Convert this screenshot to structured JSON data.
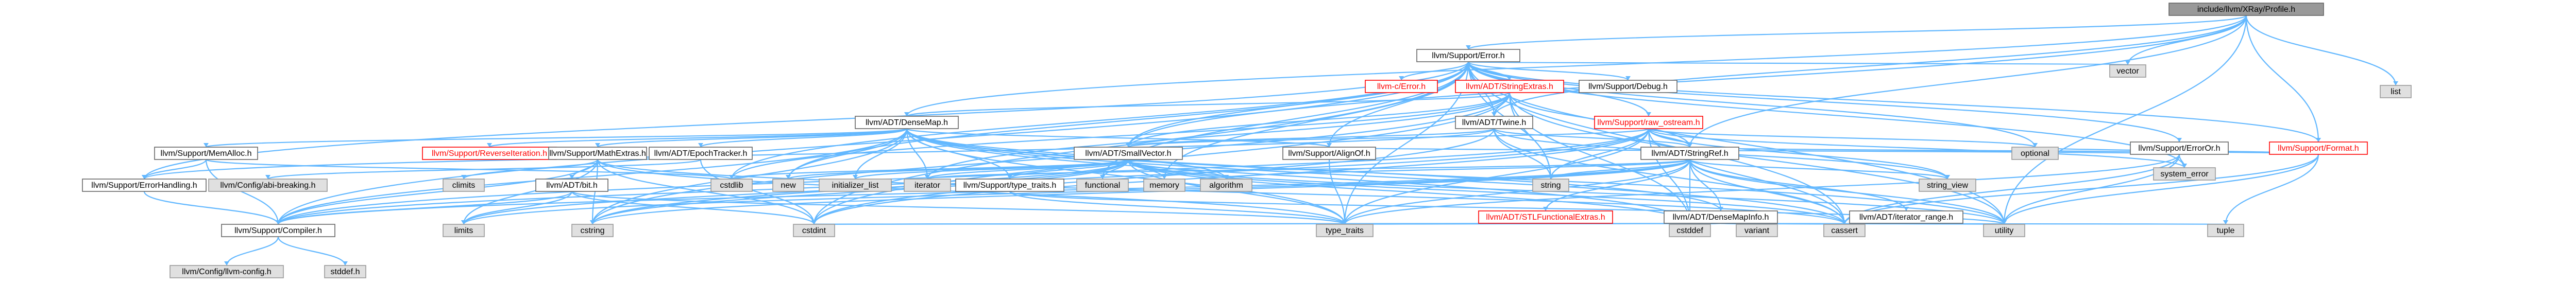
{
  "diagram": {
    "type": "include-dependency-graph",
    "colors": {
      "root_fill": "#999999",
      "root_border": "#666666",
      "node_fill": "#ffffff",
      "node_border": "#666666",
      "system_fill": "#e0e0e0",
      "system_border": "#999999",
      "truncated_border": "#ff0000",
      "truncated_text": "#ff0000",
      "edge": "#63b8ff",
      "text": "#000000"
    },
    "nodes": [
      {
        "id": "root",
        "label": "include/llvm/XRay/Profile.h",
        "kind": "root"
      },
      {
        "id": "error",
        "label": "llvm/Support/Error.h",
        "kind": "node"
      },
      {
        "id": "vector",
        "label": "vector",
        "kind": "system"
      },
      {
        "id": "list",
        "label": "list",
        "kind": "system"
      },
      {
        "id": "cerror",
        "label": "llvm-c/Error.h",
        "kind": "truncated"
      },
      {
        "id": "stringextras",
        "label": "llvm/ADT/StringExtras.h",
        "kind": "truncated"
      },
      {
        "id": "debug",
        "label": "llvm/Support/Debug.h",
        "kind": "node"
      },
      {
        "id": "erroror",
        "label": "llvm/Support/ErrorOr.h",
        "kind": "node"
      },
      {
        "id": "format",
        "label": "llvm/Support/Format.h",
        "kind": "truncated"
      },
      {
        "id": "densemap",
        "label": "llvm/ADT/DenseMap.h",
        "kind": "node"
      },
      {
        "id": "twine",
        "label": "llvm/ADT/Twine.h",
        "kind": "node"
      },
      {
        "id": "rawostream",
        "label": "llvm/Support/raw_ostream.h",
        "kind": "truncated"
      },
      {
        "id": "memalloc",
        "label": "llvm/Support/MemAlloc.h",
        "kind": "node"
      },
      {
        "id": "reverseiter",
        "label": "llvm/Support/ReverseIteration.h",
        "kind": "truncated"
      },
      {
        "id": "mathextras",
        "label": "llvm/Support/MathExtras.h",
        "kind": "node"
      },
      {
        "id": "epochtracker",
        "label": "llvm/ADT/EpochTracker.h",
        "kind": "node"
      },
      {
        "id": "smallvector",
        "label": "llvm/ADT/SmallVector.h",
        "kind": "node"
      },
      {
        "id": "alignof",
        "label": "llvm/Support/AlignOf.h",
        "kind": "node"
      },
      {
        "id": "stringref",
        "label": "llvm/ADT/StringRef.h",
        "kind": "node"
      },
      {
        "id": "optional",
        "label": "optional",
        "kind": "system"
      },
      {
        "id": "systemerror",
        "label": "system_error",
        "kind": "system"
      },
      {
        "id": "errorhandling",
        "label": "llvm/Support/ErrorHandling.h",
        "kind": "node"
      },
      {
        "id": "configabi",
        "label": "llvm/Config/abi-breaking.h",
        "kind": "system"
      },
      {
        "id": "climits",
        "label": "climits",
        "kind": "system"
      },
      {
        "id": "bit",
        "label": "llvm/ADT/bit.h",
        "kind": "node"
      },
      {
        "id": "cstdlib",
        "label": "cstdlib",
        "kind": "system"
      },
      {
        "id": "new",
        "label": "new",
        "kind": "system"
      },
      {
        "id": "initlist",
        "label": "initializer_list",
        "kind": "system"
      },
      {
        "id": "iterator",
        "label": "iterator",
        "kind": "system"
      },
      {
        "id": "typetraitsh",
        "label": "llvm/Support/type_traits.h",
        "kind": "node"
      },
      {
        "id": "functional",
        "label": "functional",
        "kind": "system"
      },
      {
        "id": "memory",
        "label": "memory",
        "kind": "system"
      },
      {
        "id": "algorithm",
        "label": "algorithm",
        "kind": "system"
      },
      {
        "id": "stlfunc",
        "label": "llvm/ADT/STLFunctionalExtras.h",
        "kind": "truncated"
      },
      {
        "id": "densemapinfo",
        "label": "llvm/ADT/DenseMapInfo.h",
        "kind": "node"
      },
      {
        "id": "iterrange",
        "label": "llvm/ADT/iterator_range.h",
        "kind": "node"
      },
      {
        "id": "string",
        "label": "string",
        "kind": "system"
      },
      {
        "id": "stringview",
        "label": "string_view",
        "kind": "system"
      },
      {
        "id": "compiler",
        "label": "llvm/Support/Compiler.h",
        "kind": "node"
      },
      {
        "id": "limits",
        "label": "limits",
        "kind": "system"
      },
      {
        "id": "cstring",
        "label": "cstring",
        "kind": "system"
      },
      {
        "id": "cstdint",
        "label": "cstdint",
        "kind": "system"
      },
      {
        "id": "typetraits",
        "label": "type_traits",
        "kind": "system"
      },
      {
        "id": "cstddef",
        "label": "cstddef",
        "kind": "system"
      },
      {
        "id": "variant",
        "label": "variant",
        "kind": "system"
      },
      {
        "id": "cassert",
        "label": "cassert",
        "kind": "system"
      },
      {
        "id": "utility",
        "label": "utility",
        "kind": "system"
      },
      {
        "id": "tuple",
        "label": "tuple",
        "kind": "system"
      },
      {
        "id": "llvmconfig",
        "label": "llvm/Config/llvm-config.h",
        "kind": "system"
      },
      {
        "id": "stddef",
        "label": "stddef.h",
        "kind": "system"
      }
    ],
    "edges": [
      [
        "root",
        "error"
      ],
      [
        "root",
        "vector"
      ],
      [
        "root",
        "list"
      ],
      [
        "root",
        "stringref"
      ],
      [
        "root",
        "densemap"
      ],
      [
        "root",
        "smallvector"
      ],
      [
        "root",
        "twine"
      ],
      [
        "root",
        "utility"
      ],
      [
        "root",
        "format"
      ],
      [
        "error",
        "cerror"
      ],
      [
        "error",
        "stringextras"
      ],
      [
        "error",
        "debug"
      ],
      [
        "error",
        "erroror"
      ],
      [
        "error",
        "format"
      ],
      [
        "error",
        "rawostream"
      ],
      [
        "error",
        "twine"
      ],
      [
        "error",
        "smallvector"
      ],
      [
        "error",
        "alignof"
      ],
      [
        "error",
        "abi"
      ],
      [
        "error",
        "compiler"
      ],
      [
        "error",
        "errorhandling"
      ],
      [
        "error",
        "cassert"
      ],
      [
        "error",
        "cstdint"
      ],
      [
        "error",
        "cstdlib"
      ],
      [
        "error",
        "functional"
      ],
      [
        "error",
        "memory"
      ],
      [
        "error",
        "new"
      ],
      [
        "error",
        "optional"
      ],
      [
        "error",
        "string"
      ],
      [
        "error",
        "systemerror"
      ],
      [
        "error",
        "typetraits"
      ],
      [
        "error",
        "utility"
      ],
      [
        "error",
        "vector"
      ],
      [
        "stringextras",
        "densemap"
      ],
      [
        "stringextras",
        "stringref"
      ],
      [
        "stringextras",
        "twine"
      ],
      [
        "stringextras",
        "iterator"
      ],
      [
        "stringextras",
        "cstddef"
      ],
      [
        "stringextras",
        "cstdint"
      ],
      [
        "stringextras",
        "cstdlib"
      ],
      [
        "stringextras",
        "cstring"
      ],
      [
        "stringextras",
        "string"
      ],
      [
        "stringextras",
        "utility"
      ],
      [
        "stringextras",
        "smallvector"
      ],
      [
        "erroror",
        "alignof"
      ],
      [
        "erroror",
        "cassert"
      ],
      [
        "erroror",
        "systemerror"
      ],
      [
        "erroror",
        "typetraits"
      ],
      [
        "erroror",
        "utility"
      ],
      [
        "format",
        "stringref"
      ],
      [
        "format",
        "cassert"
      ],
      [
        "format",
        "cstdio"
      ],
      [
        "format",
        "optional"
      ],
      [
        "format",
        "tuple"
      ],
      [
        "format",
        "utility"
      ],
      [
        "densemap",
        "densemapinfo"
      ],
      [
        "densemap",
        "epochtracker"
      ],
      [
        "densemap",
        "alignof"
      ],
      [
        "densemap",
        "compiler"
      ],
      [
        "densemap",
        "mathextras"
      ],
      [
        "densemap",
        "memalloc"
      ],
      [
        "densemap",
        "reverseiter"
      ],
      [
        "densemap",
        "typetraitsh"
      ],
      [
        "densemap",
        "algorithm"
      ],
      [
        "densemap",
        "cassert"
      ],
      [
        "densemap",
        "cstddef"
      ],
      [
        "densemap",
        "cstring"
      ],
      [
        "densemap",
        "initlist"
      ],
      [
        "densemap",
        "iterator"
      ],
      [
        "densemap",
        "new"
      ],
      [
        "densemap",
        "typetraits"
      ],
      [
        "densemap",
        "utility"
      ],
      [
        "twine",
        "smallvector"
      ],
      [
        "twine",
        "stringref"
      ],
      [
        "twine",
        "errorhandling"
      ],
      [
        "twine",
        "cassert"
      ],
      [
        "twine",
        "cstdint"
      ],
      [
        "twine",
        "string"
      ],
      [
        "twine",
        "stringview"
      ],
      [
        "rawostream",
        "stringref"
      ],
      [
        "rawostream",
        "compiler"
      ],
      [
        "rawostream",
        "cassert"
      ],
      [
        "rawostream",
        "cstddef"
      ],
      [
        "rawostream",
        "cstdint"
      ],
      [
        "rawostream",
        "cstring"
      ],
      [
        "rawostream",
        "optional"
      ],
      [
        "rawostream",
        "string"
      ],
      [
        "rawostream",
        "stringview"
      ],
      [
        "rawostream",
        "systemerror"
      ],
      [
        "rawostream",
        "typetraits"
      ],
      [
        "rawostream",
        "smallvector"
      ],
      [
        "memalloc",
        "compiler"
      ],
      [
        "memalloc",
        "errorhandling"
      ],
      [
        "memalloc",
        "cstdlib"
      ],
      [
        "mathextras",
        "bit"
      ],
      [
        "mathextras",
        "compiler"
      ],
      [
        "mathextras",
        "cassert"
      ],
      [
        "mathextras",
        "climits"
      ],
      [
        "mathextras",
        "cstdint"
      ],
      [
        "mathextras",
        "cstring"
      ],
      [
        "mathextras",
        "limits"
      ],
      [
        "mathextras",
        "typetraits"
      ],
      [
        "epochtracker",
        "configabi"
      ],
      [
        "epochtracker",
        "cstdint"
      ],
      [
        "smallvector",
        "compiler"
      ],
      [
        "smallvector",
        "typetraitsh"
      ],
      [
        "smallvector",
        "algorithm"
      ],
      [
        "smallvector",
        "cassert"
      ],
      [
        "smallvector",
        "cstddef"
      ],
      [
        "smallvector",
        "cstdlib"
      ],
      [
        "smallvector",
        "cstring"
      ],
      [
        "smallvector",
        "functional"
      ],
      [
        "smallvector",
        "initlist"
      ],
      [
        "smallvector",
        "iterator"
      ],
      [
        "smallvector",
        "limits"
      ],
      [
        "smallvector",
        "memory"
      ],
      [
        "smallvector",
        "new"
      ],
      [
        "smallvector",
        "typetraits"
      ],
      [
        "smallvector",
        "utility"
      ],
      [
        "alignof",
        "typetraits"
      ],
      [
        "stringref",
        "densemapinfo"
      ],
      [
        "stringref",
        "iterrange"
      ],
      [
        "stringref",
        "stlfunc"
      ],
      [
        "stringref",
        "compiler"
      ],
      [
        "stringref",
        "algorithm"
      ],
      [
        "stringref",
        "cassert"
      ],
      [
        "stringref",
        "cstddef"
      ],
      [
        "stringref",
        "cstring"
      ],
      [
        "stringref",
        "iterator"
      ],
      [
        "stringref",
        "limits"
      ],
      [
        "stringref",
        "string"
      ],
      [
        "stringref",
        "stringview"
      ],
      [
        "stringref",
        "typetraits"
      ],
      [
        "stringref",
        "utility"
      ],
      [
        "errorhandling",
        "compiler"
      ],
      [
        "bit",
        "compiler"
      ],
      [
        "bit",
        "cstdint"
      ],
      [
        "bit",
        "limits"
      ],
      [
        "bit",
        "typetraits"
      ],
      [
        "typetraitsh",
        "typetraits"
      ],
      [
        "typetraitsh",
        "utility"
      ],
      [
        "stlfunc",
        "typetraits"
      ],
      [
        "stlfunc",
        "cstdint"
      ],
      [
        "densemapinfo",
        "cassert"
      ],
      [
        "densemapinfo",
        "cstddef"
      ],
      [
        "densemapinfo",
        "cstdint"
      ],
      [
        "densemapinfo",
        "tuple"
      ],
      [
        "densemapinfo",
        "typetraits"
      ],
      [
        "densemapinfo",
        "utility"
      ],
      [
        "densemapinfo",
        "variant"
      ],
      [
        "iterrange",
        "utility"
      ],
      [
        "compiler",
        "llvmconfig"
      ],
      [
        "compiler",
        "stddef"
      ]
    ]
  }
}
